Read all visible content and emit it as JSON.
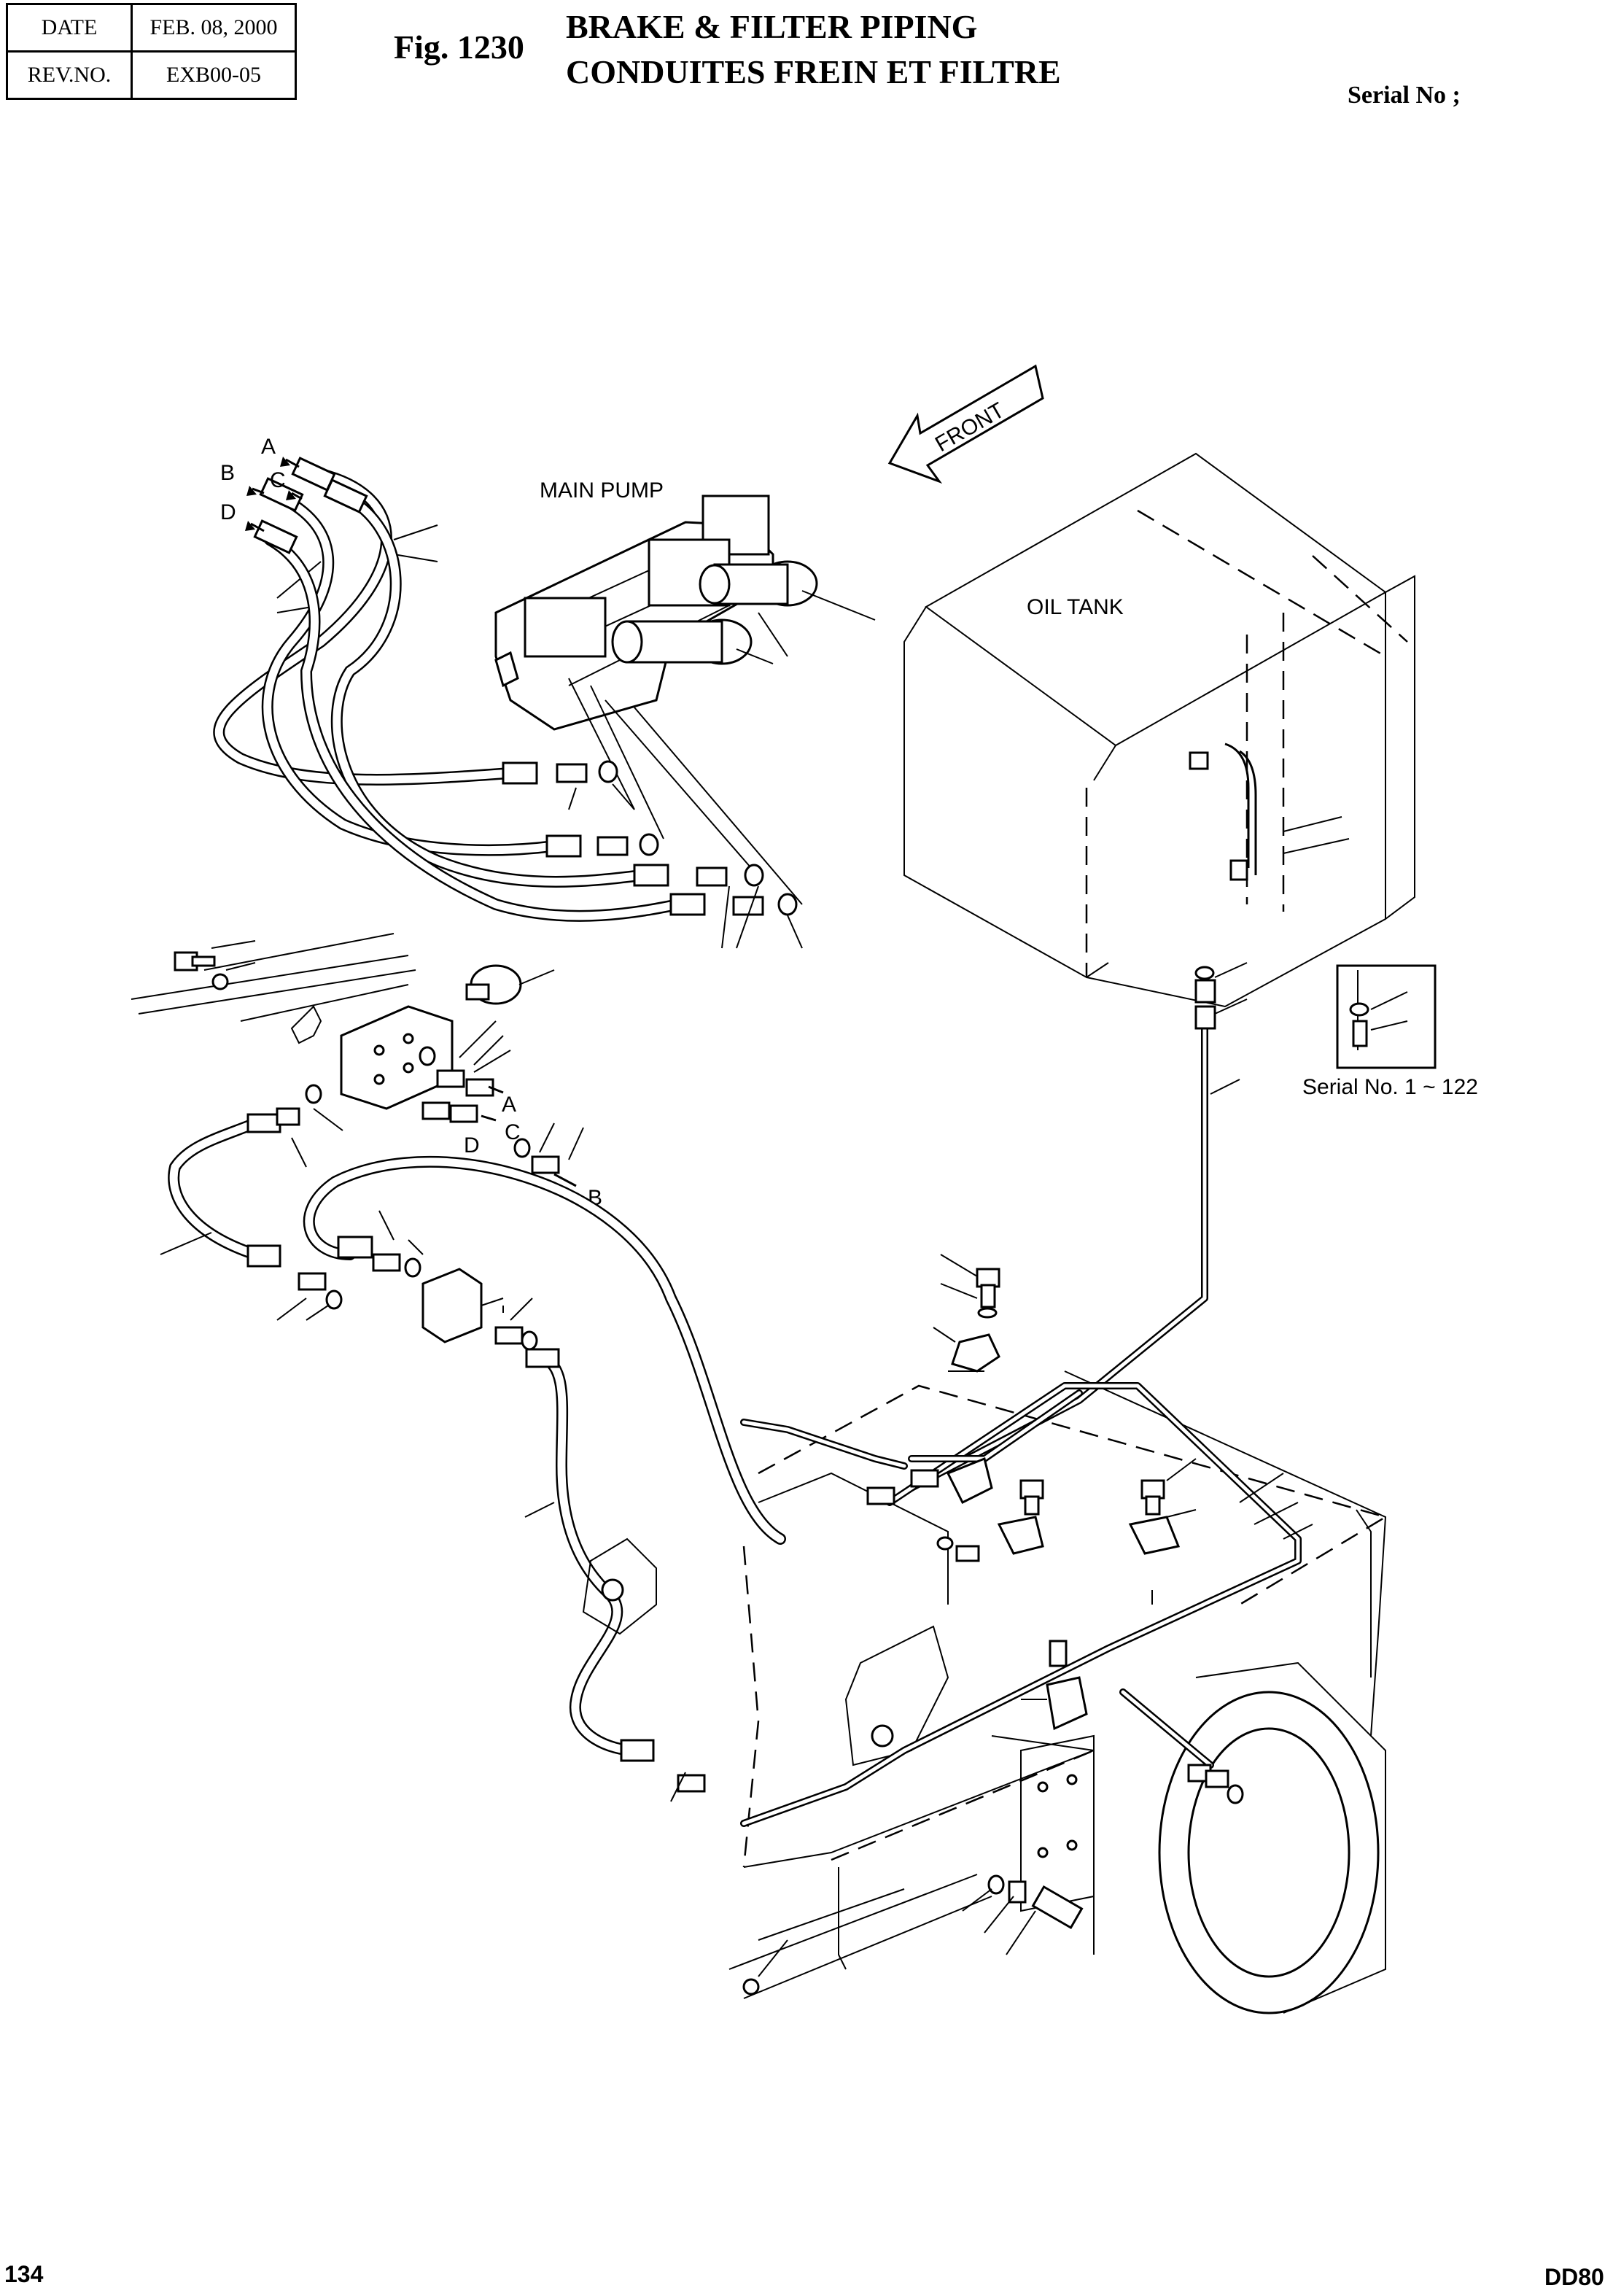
{
  "header": {
    "date_label": "DATE",
    "date_value": "FEB. 08, 2000",
    "rev_label": "REV.NO.",
    "rev_value": "EXB00-05",
    "fig_number": "Fig. 1230",
    "title_en": "BRAKE & FILTER PIPING",
    "title_fr": "CONDUITES FREIN ET FILTRE",
    "serial_label": "Serial No ;"
  },
  "diagram": {
    "front_label": "FRONT",
    "main_pump_label": "MAIN PUMP",
    "oil_tank_label": "OIL TANK",
    "serial_range_label": "Serial No. 1 ~ 122",
    "port_labels": {
      "a_top": "A",
      "b_top": "B",
      "c_top": "C",
      "d_top": "D",
      "a_mid": "A",
      "c_mid": "C",
      "d_mid": "D",
      "b_mid": "B"
    }
  },
  "footer": {
    "page_number": "134",
    "model": "DD80"
  }
}
